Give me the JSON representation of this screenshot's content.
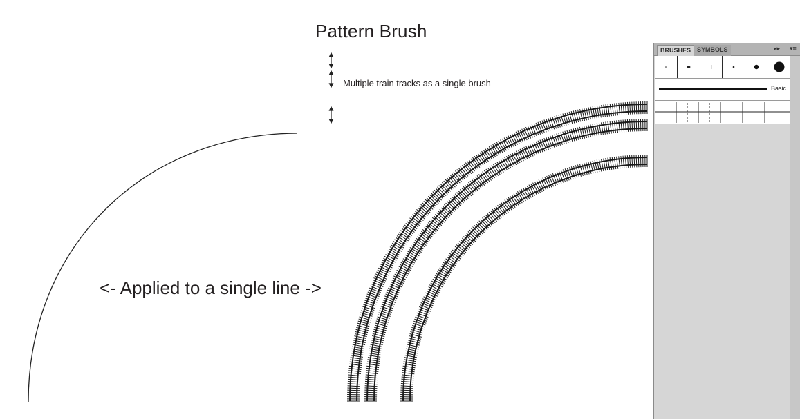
{
  "canvas": {
    "title": "Pattern Brush",
    "caption": "Multiple train tracks as a single brush",
    "applied_label": "<- Applied to a single line ->"
  },
  "brushes_panel": {
    "tabs": [
      {
        "label": "BRUSHES",
        "active": true
      },
      {
        "label": "SYMBOLS",
        "active": false
      }
    ],
    "menu_glyph": "▸▸",
    "options_glyph": "▾≡",
    "swatches": [
      "tiny-dot",
      "small-oval",
      "faint-dash",
      "small-dot",
      "medium-dot",
      "large-dot"
    ],
    "basic_label": "Basic",
    "colors": {
      "panel_bg": "#d6d6d6",
      "tabbar_bg": "#b4b4b4",
      "track_color": "#1a1a1a"
    }
  }
}
